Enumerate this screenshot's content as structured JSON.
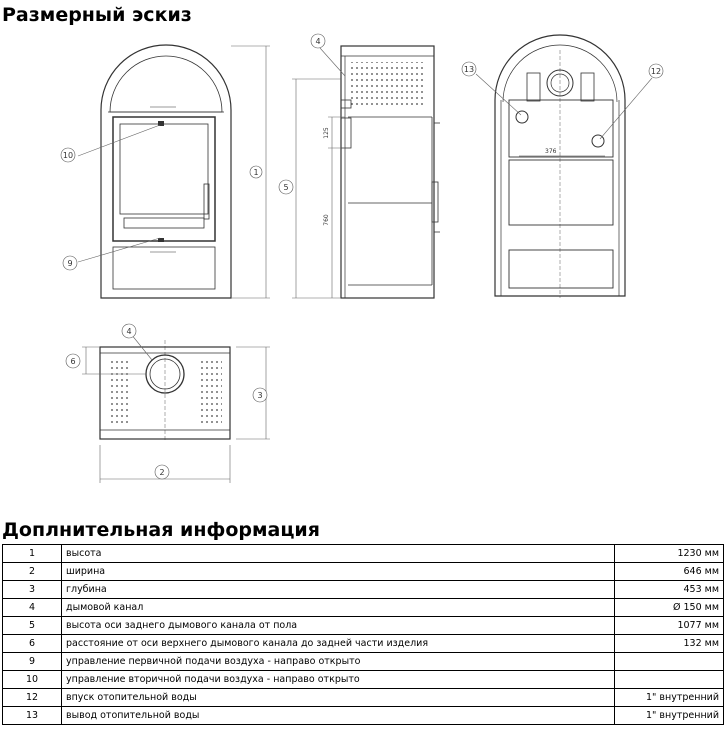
{
  "header": {
    "title": "Размерный эскиз"
  },
  "section": {
    "title": "Доплнительная информация"
  },
  "drawing": {
    "callouts": [
      "1",
      "2",
      "3",
      "4",
      "5",
      "6",
      "9",
      "10",
      "12",
      "13"
    ],
    "dim_125": "125",
    "dim_760": "760",
    "dim_376": "376"
  },
  "info_table": {
    "rows": [
      {
        "num": "1",
        "label": "высота",
        "value": "1230 мм"
      },
      {
        "num": "2",
        "label": "ширина",
        "value": "646 мм"
      },
      {
        "num": "3",
        "label": "глубина",
        "value": "453 мм"
      },
      {
        "num": "4",
        "label": "дымовой канал",
        "value": "Ø 150 мм"
      },
      {
        "num": "5",
        "label": "высота оси заднего дымового канала от пола",
        "value": "1077 мм"
      },
      {
        "num": "6",
        "label": "расстояние от оси верхнего дымового канала до задней части изделия",
        "value": "132 мм"
      },
      {
        "num": "9",
        "label": "управление первичной подачи воздуха - направо открыто",
        "value": ""
      },
      {
        "num": "10",
        "label": "управление вторичной подачи воздуха - направо открыто",
        "value": ""
      },
      {
        "num": "12",
        "label": "впуск отопительной воды",
        "value": "1\" внутренний"
      },
      {
        "num": "13",
        "label": "вывод отопительной воды",
        "value": "1\" внутренний"
      }
    ]
  }
}
